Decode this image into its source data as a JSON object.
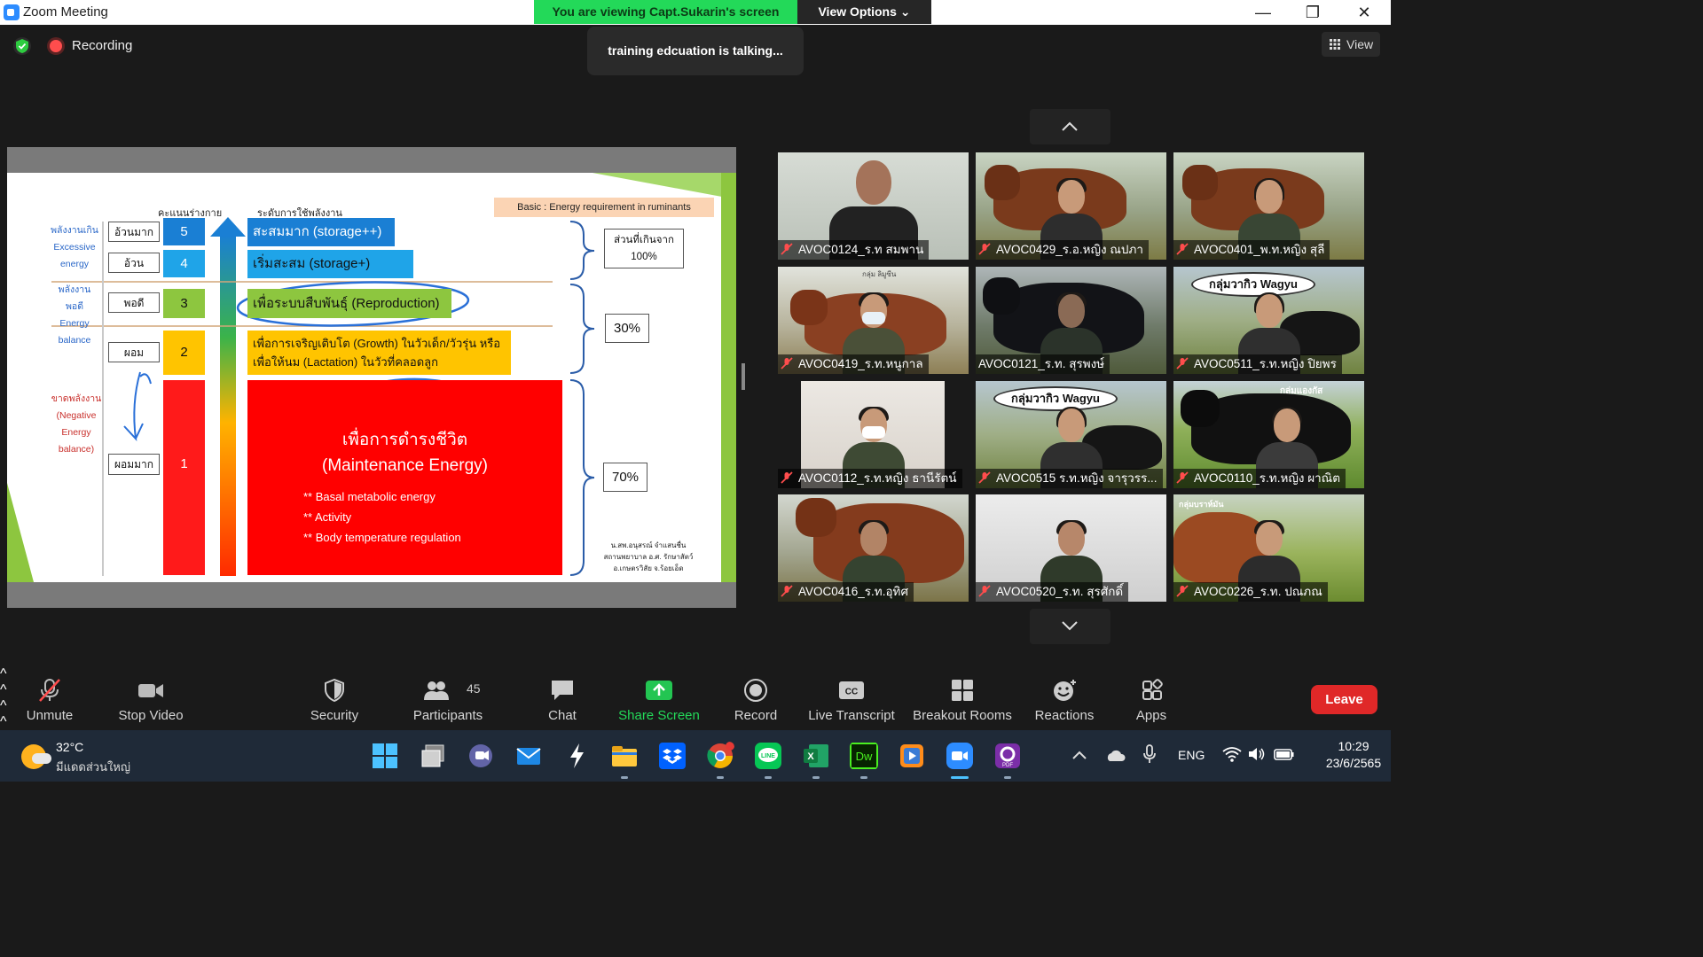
{
  "window": {
    "title": "Zoom Meeting",
    "viewing_banner": "You are viewing Capt.Sukarin's screen",
    "view_options": "View Options ⌄",
    "minimize": "—",
    "maximize": "❐",
    "close": "✕"
  },
  "meeting": {
    "recording_label": "Recording",
    "talking": "training edcuation is talking...",
    "view_label": "View"
  },
  "slide": {
    "header": "Basic : Energy requirement in ruminants",
    "col_body_score": "คะแนนร่างกาย",
    "col_energy_level": "ระดับการใช้พลังงาน",
    "zone_excess": [
      "พลังงานเกิน",
      "Excessive",
      "energy"
    ],
    "zone_balance": [
      "พลังงานพอดี",
      "Energy",
      "balance"
    ],
    "zone_negative": [
      "ขาดพลังงาน",
      "(Negative",
      "Energy",
      "balance)"
    ],
    "scores": [
      {
        "label": "อ้วนมาก",
        "num": "5"
      },
      {
        "label": "อ้วน",
        "num": "4"
      },
      {
        "label": "พอดี",
        "num": "3"
      },
      {
        "label": "ผอม",
        "num": "2"
      },
      {
        "label": "ผอมมาก",
        "num": "1"
      }
    ],
    "storage_pp": "สะสมมาก (storage++)",
    "storage_p": "เริ่มสะสม (storage+)",
    "reproduction": "เพื่อระบบสืบพันธุ์ (Reproduction)",
    "growth": "เพื่อการเจริญเติบโต (Growth) ในวัวเด็ก/วัวรุ่น หรือ",
    "lactation": "เพื่อให้นม (Lactation) ในวัวที่คลอดลูก",
    "maintenance_th": "เพื่อการดำรงชีวิต",
    "maintenance_en": "(Maintenance Energy)",
    "maint_items": [
      "** Basal metabolic energy",
      "** Activity",
      "** Body temperature regulation"
    ],
    "excess_box": [
      "ส่วนที่เกินจาก",
      "100%"
    ],
    "pct_30": "30%",
    "pct_70": "70%",
    "credit": [
      "น.สพ.อนุสรณ์ จำแสนชื่น",
      "สถานพยาบาล อ.ศ. รักษาสัตว์",
      "อ.เกษตรวิสัย จ.ร้อยเอ็ด"
    ]
  },
  "participants": [
    {
      "name": "AVOC0124_ร.ท สมพาน",
      "muted": true
    },
    {
      "name": "AVOC0429_ร.อ.หญิง ณปภา",
      "muted": true
    },
    {
      "name": "AVOC0401_พ.ท.หญิง สุลี",
      "muted": true
    },
    {
      "name": "AVOC0419_ร.ท.หนูกาล",
      "muted": true,
      "overlay": "กลุ่ม ลิมูซีน"
    },
    {
      "name": "AVOC0121_ร.ท. สุรพงษ์",
      "muted": false
    },
    {
      "name": "AVOC0511_ร.ท.หญิง ปิยพร",
      "muted": true,
      "overlay": "กลุ่มวากิว Wagyu"
    },
    {
      "name": "AVOC0112_ร.ท.หญิง ธานีรัตน์",
      "muted": true
    },
    {
      "name": "AVOC0515 ร.ท.หญิง จารุวรร...",
      "muted": true,
      "overlay": "กลุ่มวากิว Wagyu"
    },
    {
      "name": "AVOC0110_ร.ท.หญิง ผาณิต",
      "muted": true,
      "overlay": "กลุ่มแองกัส"
    },
    {
      "name": "AVOC0416_ร.ท.อุทิศ",
      "muted": true
    },
    {
      "name": "AVOC0520_ร.ท. สุรศักดิ์",
      "muted": true
    },
    {
      "name": "AVOC0226_ร.ท. ปณภณ",
      "muted": true,
      "overlay": "กลุ่มบราห์มัน"
    }
  ],
  "toolbar": {
    "unmute": "Unmute",
    "stop_video": "Stop Video",
    "security": "Security",
    "participants": "Participants",
    "participants_count": "45",
    "chat": "Chat",
    "share_screen": "Share Screen",
    "record": "Record",
    "live_transcript": "Live Transcript",
    "breakout_rooms": "Breakout Rooms",
    "reactions": "Reactions",
    "apps": "Apps",
    "leave": "Leave",
    "caret": "^"
  },
  "taskbar": {
    "weather_temp": "32°C",
    "weather_desc": "มีแดดส่วนใหญ่",
    "language": "ENG",
    "time": "10:29",
    "date": "23/6/2565"
  },
  "colors": {
    "zoom_blue": "#2d8cff",
    "share_green": "#23d959",
    "leave_red": "#e02828",
    "slide_red": "#ff0000",
    "slide_blue": "#1a7fd4",
    "slide_yellow": "#ffc400",
    "slide_green": "#8dc63f"
  }
}
